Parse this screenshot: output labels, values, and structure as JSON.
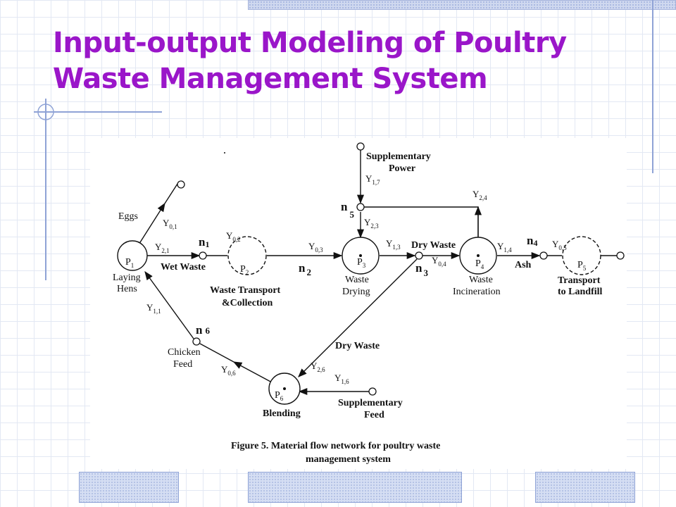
{
  "slide": {
    "title": "Input-output Modeling of Poultry Waste Management System"
  },
  "figure": {
    "caption_line1": "Figure 5.  Material flow network for poultry waste",
    "caption_line2": "management system",
    "processes": [
      {
        "id": "P1",
        "main": "P",
        "sub": "1",
        "label_line1": "Laying",
        "label_line2": "Hens"
      },
      {
        "id": "P2",
        "main": "P",
        "sub": "2",
        "label_line1": "Waste Transport",
        "label_line2": "&Collection"
      },
      {
        "id": "P3",
        "main": "P",
        "sub": "3",
        "label_line1": "Waste",
        "label_line2": "Drying"
      },
      {
        "id": "P4",
        "main": "P",
        "sub": "4",
        "label_line1": "Waste",
        "label_line2": "Incineration"
      },
      {
        "id": "P5",
        "main": "P",
        "sub": "5",
        "label_line1": "Transport",
        "label_line2": "to Landfill"
      },
      {
        "id": "P6",
        "main": "P",
        "sub": "6",
        "label_line1": "Blending",
        "label_line2": ""
      }
    ],
    "nodes": [
      {
        "main": "n",
        "sub": "1"
      },
      {
        "main": "n",
        "sub": "2"
      },
      {
        "main": "n",
        "sub": "3"
      },
      {
        "main": "n",
        "sub": "4"
      },
      {
        "main": "n",
        "sub": "5"
      },
      {
        "main": "n",
        "sub": "6"
      }
    ],
    "flows": [
      {
        "main": "Y",
        "sub": "0,1"
      },
      {
        "main": "Y",
        "sub": "2,1"
      },
      {
        "main": "Y",
        "sub": "0,2"
      },
      {
        "main": "Y",
        "sub": "0,3"
      },
      {
        "main": "Y",
        "sub": "1,7"
      },
      {
        "main": "Y",
        "sub": "2,3"
      },
      {
        "main": "Y",
        "sub": "1,3"
      },
      {
        "main": "Y",
        "sub": "0,4"
      },
      {
        "main": "Y",
        "sub": "2,4"
      },
      {
        "main": "Y",
        "sub": "1,4"
      },
      {
        "main": "Y",
        "sub": "0,5"
      },
      {
        "main": "Y",
        "sub": "1,1"
      },
      {
        "main": "Y",
        "sub": "0,6"
      },
      {
        "main": "Y",
        "sub": "2,6"
      },
      {
        "main": "Y",
        "sub": "1,6"
      }
    ],
    "materials": {
      "eggs": "Eggs",
      "wet_waste": "Wet Waste",
      "supp_power_line1": "Supplementary",
      "supp_power_line2": "Power",
      "dry_waste_top": "Dry Waste",
      "ash": "Ash",
      "dry_waste_diag": "Dry Waste",
      "chicken_feed_line1": "Chicken",
      "chicken_feed_line2": "Feed",
      "supp_feed_line1": "Supplementary",
      "supp_feed_line2": "Feed"
    }
  }
}
